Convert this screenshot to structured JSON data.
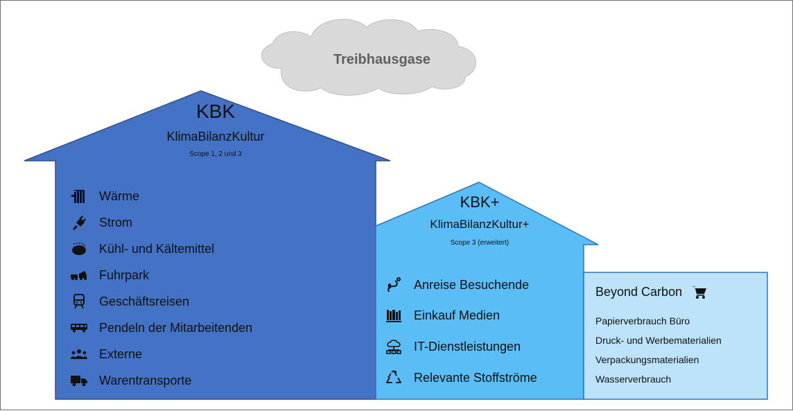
{
  "cloud": {
    "label": "Treibhausgase"
  },
  "kbk": {
    "title": "KBK",
    "subtitle": "KlimaBilanzKultur",
    "scope": "Scope 1, 2 und 3",
    "color": "#4472C4",
    "items": [
      {
        "label": "Wärme",
        "icon": "radiator-icon"
      },
      {
        "label": "Strom",
        "icon": "plug-icon"
      },
      {
        "label": "Kühl- und Kältemittel",
        "icon": "coolant-icon"
      },
      {
        "label": "Fuhrpark",
        "icon": "vehicle-fleet-icon"
      },
      {
        "label": "Geschäftsreisen",
        "icon": "train-icon"
      },
      {
        "label": "Pendeln der Mitarbeitenden",
        "icon": "bus-icon"
      },
      {
        "label": "Externe",
        "icon": "users-icon"
      },
      {
        "label": "Warentransporte",
        "icon": "truck-icon"
      }
    ]
  },
  "kbk_plus": {
    "title": "KBK+",
    "subtitle": "KlimaBilanzKultur+",
    "scope": "Scope 3 (erweitert)",
    "color": "#5BBDF5",
    "items": [
      {
        "label": "Anreise Besuchende",
        "icon": "route-icon"
      },
      {
        "label": "Einkauf Medien",
        "icon": "books-icon"
      },
      {
        "label": "IT-Dienstleistungen",
        "icon": "cloud-network-icon"
      },
      {
        "label": "Relevante Stoffströme",
        "icon": "recycle-icon"
      }
    ]
  },
  "beyond_carbon": {
    "title": "Beyond Carbon",
    "icon": "shopping-cart-icon",
    "color": "#BDE3FA",
    "items": [
      "Papierverbrauch Büro",
      "Druck- und Werbematerialien",
      "Verpackungsmaterialien",
      "Wasserverbrauch"
    ]
  }
}
